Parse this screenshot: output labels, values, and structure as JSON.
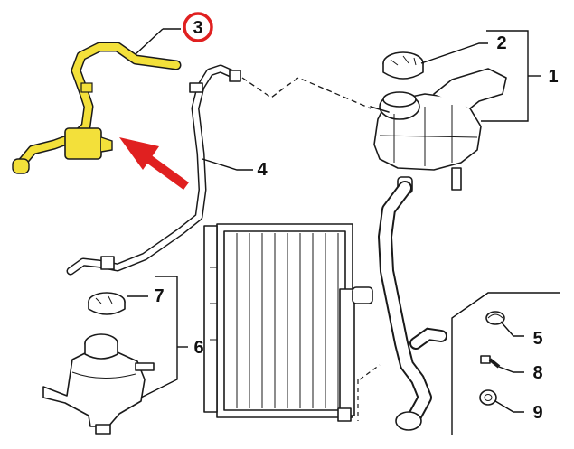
{
  "callouts": {
    "c1": "1",
    "c2": "2",
    "c3": "3",
    "c4": "4",
    "c5": "5",
    "c6": "6",
    "c7": "7",
    "c8": "8",
    "c9": "9"
  },
  "colors": {
    "highlight_part": "#f3e03a",
    "highlight_ring": "#e02020",
    "arrow": "#e02020",
    "line": "#1a1a1a"
  },
  "icons": [
    "hose-3-highlighted",
    "expansion-tank-1",
    "cap-2",
    "hose-4",
    "radiator",
    "expansion-tank-6",
    "cap-7",
    "clip-5",
    "bolt-8",
    "nut-9",
    "pointer-arrow"
  ]
}
